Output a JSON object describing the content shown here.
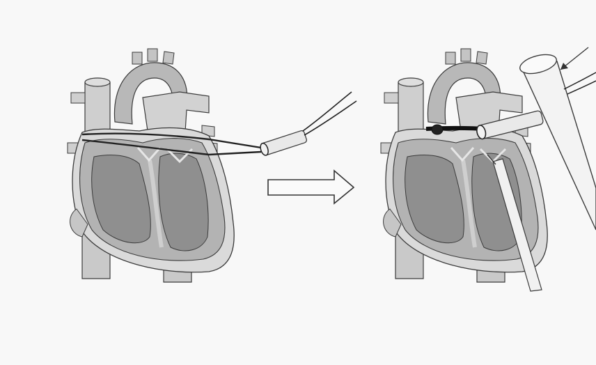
{
  "figure": {
    "panels": [
      {
        "state": "before",
        "elements": [
          "heart-cross-section",
          "encircling-tape",
          "snare-tube",
          "tape-ends"
        ]
      },
      {
        "state": "after",
        "elements": [
          "heart-cross-section",
          "tightened-snare",
          "snare-tube",
          "instrument",
          "forceps",
          "direction-arrow"
        ]
      }
    ],
    "transition": "arrow"
  },
  "colors": {
    "background": "#f8f8f8",
    "outline": "#3a3a3a",
    "vessel": "#bdbdbd",
    "myocardium": "#b3b3b3",
    "chamber": "#8f8f8f",
    "pericardium": "#d8d8d8",
    "tape": "#222222"
  }
}
